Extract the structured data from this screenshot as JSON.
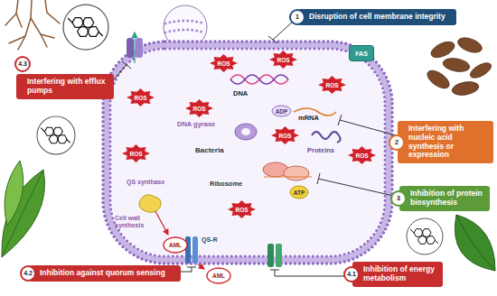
{
  "diagram": {
    "nodes": [
      {
        "text": [
          "1",
          "Disruption of cell membrane integrity"
        ]
      },
      {
        "text": [
          "4.3",
          "Interfering with efflux pumps"
        ]
      },
      {
        "text": [
          "FAS"
        ]
      },
      {
        "text": [
          "ADP"
        ]
      },
      {
        "text": [
          "2",
          "Interfering with nucleic acid synthesis or expression"
        ]
      },
      {
        "text": [
          "3",
          "Inhibition of protein biosynthesis"
        ]
      },
      {
        "text": [
          "ATP"
        ]
      },
      {
        "text": [
          "AML"
        ]
      },
      {
        "text": [
          "AML"
        ]
      },
      {
        "text": [
          "4.2",
          "Inhibition against quorum sensing"
        ]
      },
      {
        "text": [
          "4.1",
          "Inhibition of energy metabolism"
        ]
      },
      {
        "text": [
          "ROS"
        ]
      },
      {
        "text": [
          "ROS"
        ]
      },
      {
        "text": [
          "ROS"
        ]
      },
      {
        "text": [
          "ROS"
        ]
      },
      {
        "text": [
          "ROS"
        ]
      },
      {
        "text": [
          "ROS"
        ]
      },
      {
        "text": [
          "ROS"
        ]
      },
      {
        "text": [
          "ROS"
        ]
      },
      {
        "text": [
          "ROS"
        ]
      }
    ],
    "labels": [
      "DNA",
      "mRNA",
      "DNA gyrase",
      "Bacteria",
      "Proteins",
      "Ribosome",
      "QS synthase",
      "QS-R",
      "Cell wall synthesis"
    ]
  }
}
